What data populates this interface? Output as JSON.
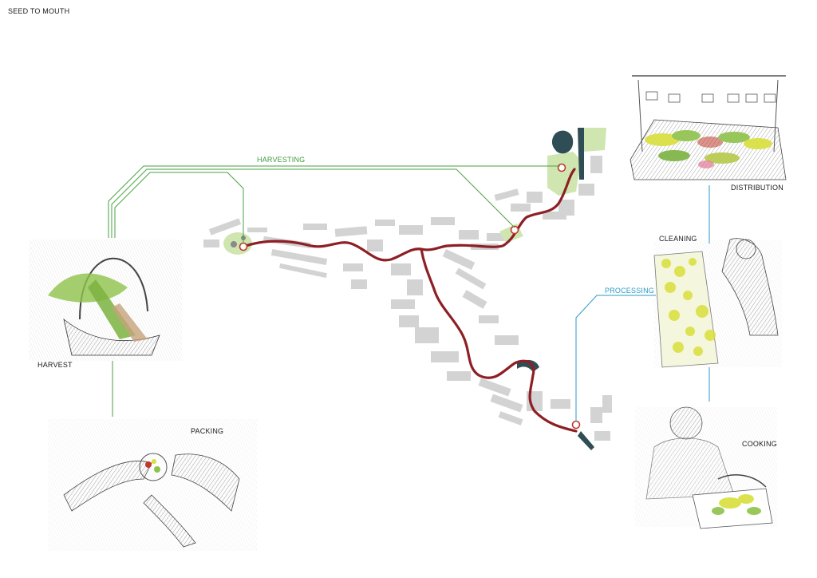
{
  "title": "SEED TO MOUTH",
  "stages": {
    "harvest": "HARVEST",
    "packing": "PACKING",
    "distribution": "DISTRIBUTION",
    "cleaning": "CLEANING",
    "cooking": "COOKING"
  },
  "routes": {
    "harvesting": "HARVESTING",
    "processing": "PROCESSING"
  },
  "colors": {
    "route": "#8e1f24",
    "harvest_line": "#4aa243",
    "process_line": "#2a9bc7",
    "park": "#cfe6b0",
    "water": "#2f4d55",
    "building": "#c8c8c8",
    "sketch": "#555555",
    "produce_green": "#8fc24a",
    "produce_yellow": "#d9df3a"
  }
}
